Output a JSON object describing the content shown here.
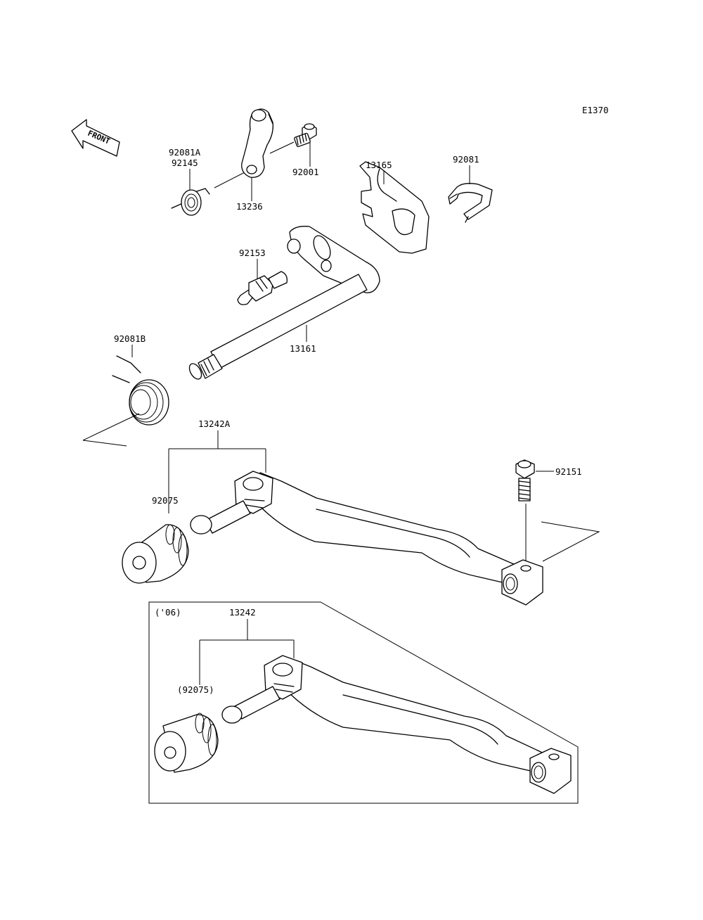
{
  "diagram": {
    "code": "E1370",
    "front_label": "FRONT",
    "variant_label": "('06)",
    "parts": {
      "p92081A": "92081A",
      "p92145": "92145",
      "p13236": "13236",
      "p92001": "92001",
      "p13165": "13165",
      "p92081": "92081",
      "p92153": "92153",
      "p13161": "13161",
      "p92081B": "92081B",
      "p13242A": "13242A",
      "p92151": "92151",
      "p92075": "92075",
      "p13242": "13242",
      "p92075_paren": "(92075)"
    }
  }
}
